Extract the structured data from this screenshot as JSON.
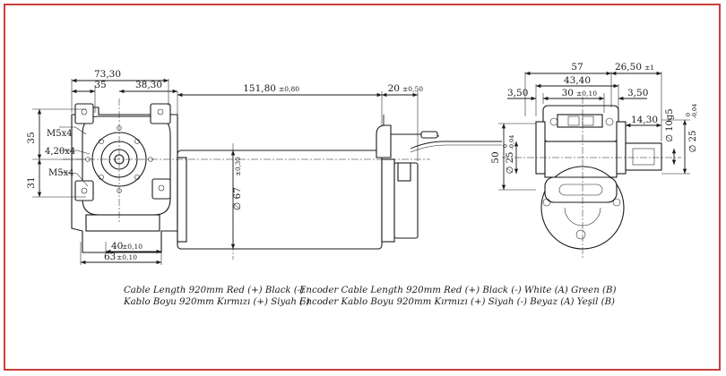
{
  "dimensions": {
    "overall_gearbox": "73,30",
    "seg_35": "35",
    "seg_38": "38,30",
    "motor_len": "151,80",
    "motor_len_tol": "±0,80",
    "end_len": "20",
    "end_len_tol": "±0,50",
    "h35": "35",
    "h31": "31",
    "m5_top": "M5x4",
    "hole": "4,20x4",
    "m5_bot": "M5x4",
    "dia67": "∅ 67",
    "dia67_tol": "±0,30",
    "b40": "40",
    "b40_tol": "±0,10",
    "b63": "63",
    "b63_tol": "±0,10",
    "r57": "57",
    "r26": "26,50",
    "r26_tol": "±1",
    "r43": "43,40",
    "r30": "30",
    "r30_tol": "±0,10",
    "r350a": "3,50",
    "r350b": "3,50",
    "r1430": "14,30",
    "r50": "50",
    "r25a": "∅ 25",
    "r25a_tol": "-0,04",
    "r25a_tol0": "0",
    "r10": "∅ 10g5",
    "r25b": "∅ 25",
    "r25b_tol": "-0,04",
    "r25b_tol0": "0"
  },
  "captions": {
    "en_cable": "Cable Length 920mm Red (+) Black (-)",
    "en_encoder": "Encoder Cable Length 920mm Red (+) Black (-) White (A) Green (B)",
    "tr_cable": "Kablo Boyu 920mm Kırmızı (+) Siyah (-)",
    "tr_encoder": "Encoder Kablo Boyu 920mm Kırmızı (+) Siyah (-) Beyaz (A) Yeşil (B)"
  },
  "colors": {
    "frame": "#c8403c",
    "ink": "#1a1a1a"
  }
}
